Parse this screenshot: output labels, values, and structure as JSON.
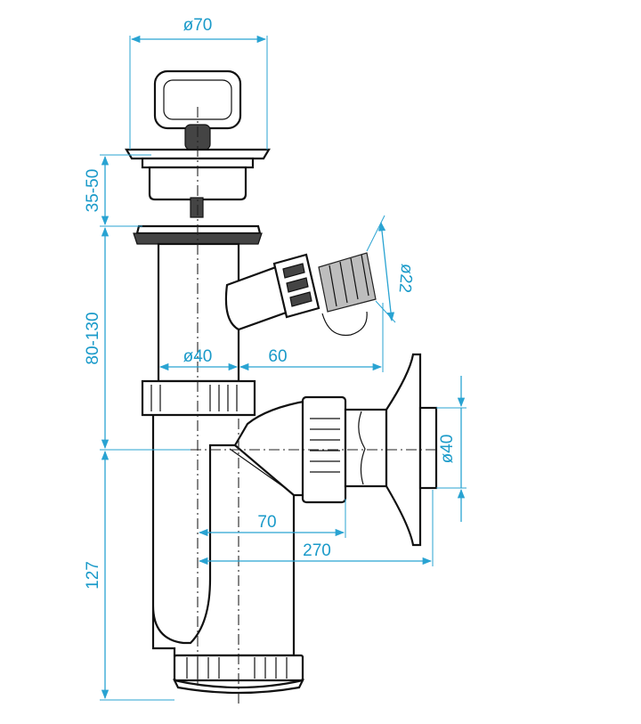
{
  "drawing": {
    "type": "technical-dimension-drawing",
    "line_color": "#111111",
    "dimension_color": "#1a9ac9",
    "dimensions": {
      "strainer_diameter": "ø70",
      "strainer_height": "35-50",
      "body_height": "80-130",
      "tube_diameter": "ø40",
      "inlet_offset": "60",
      "side_inlet_diameter": "ø22",
      "wall_flange_diameter": "ø40",
      "outlet_offset": "70",
      "overall_reach": "270",
      "trap_depth": "127"
    }
  }
}
